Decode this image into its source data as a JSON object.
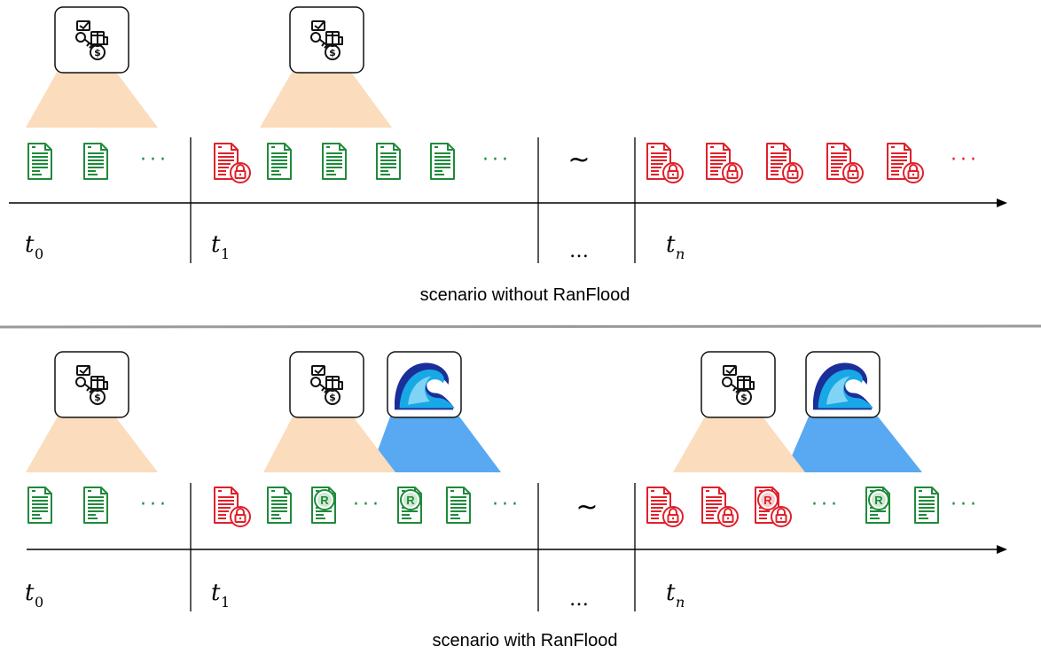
{
  "colors": {
    "clean_file": "#1f8a3a",
    "encrypted_file": "#e0202a",
    "ransom_shade": "#fbdcbc",
    "flood_shade": "#59a8f2",
    "flood_wave_dark": "#1b2f9a",
    "flood_wave_light": "#19a8e6",
    "separator": "#9a9a9a"
  },
  "icons": {
    "ransomware": "ransomware-keys-money-icon",
    "flood": "ranflood-wave-icon",
    "clean_file": "clean-file-icon",
    "encrypted_file": "encrypted-file-lock-icon",
    "decoy_file": "ranflood-decoy-file-icon"
  },
  "labels": {
    "decoy_letter": "R",
    "tilde": "~",
    "ellipsis": "…",
    "dots": "···",
    "t_base": "t",
    "t0_sub": "0",
    "t1_sub": "1",
    "tn_sub": "n"
  },
  "panels": [
    {
      "caption": "scenario without RanFlood",
      "segment_0": [
        "clean",
        "clean",
        "dots-green"
      ],
      "segment_1": [
        "encrypted",
        "clean",
        "clean",
        "clean",
        "clean",
        "dots-green"
      ],
      "segment_n": [
        "encrypted",
        "encrypted",
        "encrypted",
        "encrypted",
        "encrypted",
        "dots-red"
      ],
      "attacks": [
        "ransomware@t0",
        "ransomware@t1"
      ]
    },
    {
      "caption": "scenario with RanFlood",
      "segment_0": [
        "clean",
        "clean",
        "dots-green"
      ],
      "segment_1": [
        "encrypted",
        "clean",
        "decoy",
        "dots-green",
        "decoy",
        "clean",
        "dots-green"
      ],
      "segment_n": [
        "encrypted",
        "encrypted",
        "decoy-encrypted",
        "dots-green",
        "decoy",
        "clean",
        "dots-green"
      ],
      "attacks": [
        "ransomware@t0",
        "ransomware@t1",
        "ranflood@t1",
        "ransomware@tn",
        "ranflood@tn"
      ]
    }
  ]
}
